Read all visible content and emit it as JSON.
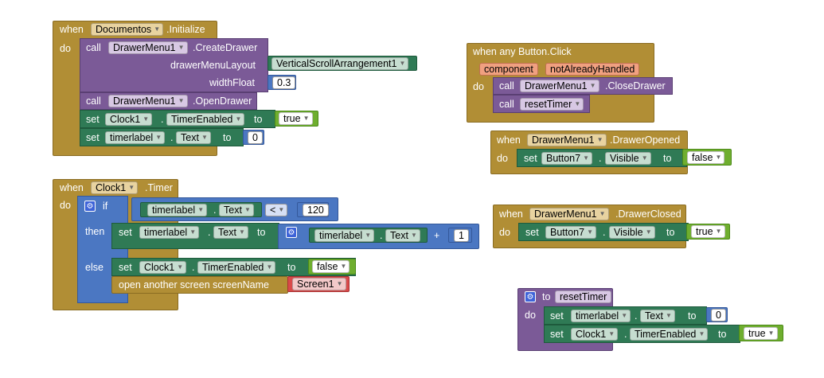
{
  "init_event": {
    "when": "when",
    "component": "Documentos",
    "event": ".Initialize",
    "do": "do",
    "create_call": "call",
    "create_comp": "DrawerMenu1",
    "create_method": ".CreateDrawer",
    "layout_label": "drawerMenuLayout",
    "layout_value": "VerticalScrollArrangement1",
    "width_label": "widthFloat",
    "width_value": "0.3",
    "open_call": "call",
    "open_comp": "DrawerMenu1",
    "open_method": ".OpenDrawer",
    "set1_kw": "set",
    "set1_comp": "Clock1",
    "set1_prop": "TimerEnabled",
    "set1_to": "to",
    "set1_value": "true",
    "set2_kw": "set",
    "set2_comp": "timerlabel",
    "set2_prop": "Text",
    "set2_to": "to",
    "set2_value": "0"
  },
  "timer_event": {
    "when": "when",
    "component": "Clock1",
    "event": ".Timer",
    "do": "do",
    "if_kw": "if",
    "cond_comp": "timerlabel",
    "cond_prop": "Text",
    "cond_op": "<",
    "cond_value": "120",
    "then_kw": "then",
    "then_set": "set",
    "then_comp": "timerlabel",
    "then_prop": "Text",
    "then_to": "to",
    "add_comp": "timerlabel",
    "add_prop": "Text",
    "add_op": "+",
    "add_value": "1",
    "else_kw": "else",
    "else_set": "set",
    "else_comp": "Clock1",
    "else_prop": "TimerEnabled",
    "else_to": "to",
    "else_value": "false",
    "open_screen": "open another screen  screenName",
    "screen_value": "Screen1"
  },
  "any_click": {
    "title": "when any Button.Click",
    "param1": "component",
    "param2": "notAlreadyHandled",
    "do": "do",
    "call1_kw": "call",
    "call1_comp": "DrawerMenu1",
    "call1_method": ".CloseDrawer",
    "call2_kw": "call",
    "call2_proc": "resetTimer"
  },
  "drawer_opened": {
    "when": "when",
    "component": "DrawerMenu1",
    "event": ".DrawerOpened",
    "do": "do",
    "set_kw": "set",
    "comp": "Button7",
    "prop": "Visible",
    "to": "to",
    "value": "false"
  },
  "drawer_closed": {
    "when": "when",
    "component": "DrawerMenu1",
    "event": ".DrawerClosed",
    "do": "do",
    "set_kw": "set",
    "comp": "Button7",
    "prop": "Visible",
    "to": "to",
    "value": "true"
  },
  "proc_reset": {
    "to_kw": "to",
    "name": "resetTimer",
    "do": "do",
    "set1_kw": "set",
    "set1_comp": "timerlabel",
    "set1_prop": "Text",
    "set1_to": "to",
    "set1_value": "0",
    "set2_kw": "set",
    "set2_comp": "Clock1",
    "set2_prop": "TimerEnabled",
    "set2_to": "to",
    "set2_value": "true"
  },
  "icons": {
    "gear": "gear-icon",
    "dropdown": "dropdown-arrow-icon"
  }
}
